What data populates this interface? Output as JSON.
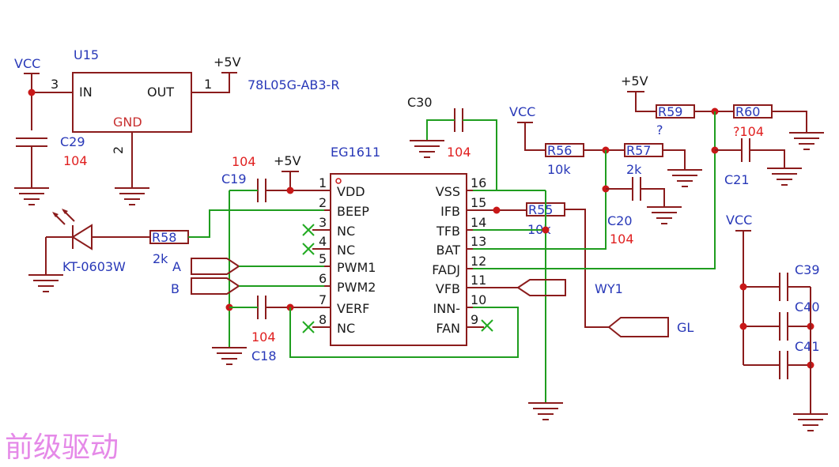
{
  "title": "前级驱动",
  "ic": {
    "name": "EG1611",
    "left_pins": [
      {
        "num": "1",
        "name": "VDD"
      },
      {
        "num": "2",
        "name": "BEEP"
      },
      {
        "num": "3",
        "name": "NC"
      },
      {
        "num": "4",
        "name": "NC"
      },
      {
        "num": "5",
        "name": "PWM1"
      },
      {
        "num": "6",
        "name": "PWM2"
      },
      {
        "num": "7",
        "name": "VERF"
      },
      {
        "num": "8",
        "name": "NC"
      }
    ],
    "right_pins": [
      {
        "num": "16",
        "name": "VSS"
      },
      {
        "num": "15",
        "name": "IFB"
      },
      {
        "num": "14",
        "name": "TFB"
      },
      {
        "num": "13",
        "name": "BAT"
      },
      {
        "num": "12",
        "name": "FADJ"
      },
      {
        "num": "11",
        "name": "VFB"
      },
      {
        "num": "10",
        "name": "INN-"
      },
      {
        "num": "9",
        "name": "FAN"
      }
    ]
  },
  "regulator": {
    "ref": "U15",
    "part": "78L05G-AB3-R",
    "in_label": "IN",
    "out_label": "OUT",
    "gnd_label": "GND",
    "pin_in": "3",
    "pin_out": "1",
    "pin_gnd": "2"
  },
  "power": {
    "vcc": "VCC",
    "plus5v": "+5V"
  },
  "components": {
    "c29": {
      "ref": "C29",
      "value": "104"
    },
    "c19": {
      "ref": "C19",
      "value": "104"
    },
    "c18": {
      "ref": "C18",
      "value": "104"
    },
    "c30": {
      "ref": "C30",
      "value": "104"
    },
    "c20": {
      "ref": "C20",
      "value": "104"
    },
    "c21": {
      "ref": "C21",
      "value": "?104"
    },
    "c39": {
      "ref": "C39"
    },
    "c40": {
      "ref": "C40"
    },
    "c41": {
      "ref": "C41"
    },
    "r58": {
      "ref": "R58",
      "value": "2k"
    },
    "r55": {
      "ref": "R55",
      "value": "10k"
    },
    "r56": {
      "ref": "R56",
      "value": "10k"
    },
    "r57": {
      "ref": "R57",
      "value": "2k"
    },
    "r59": {
      "ref": "R59",
      "value": "?"
    },
    "r60": {
      "ref": "R60"
    },
    "led": {
      "ref": "KT-0603W"
    }
  },
  "ports": {
    "a": "A",
    "b": "B",
    "wy1": "WY1",
    "gl": "GL"
  }
}
